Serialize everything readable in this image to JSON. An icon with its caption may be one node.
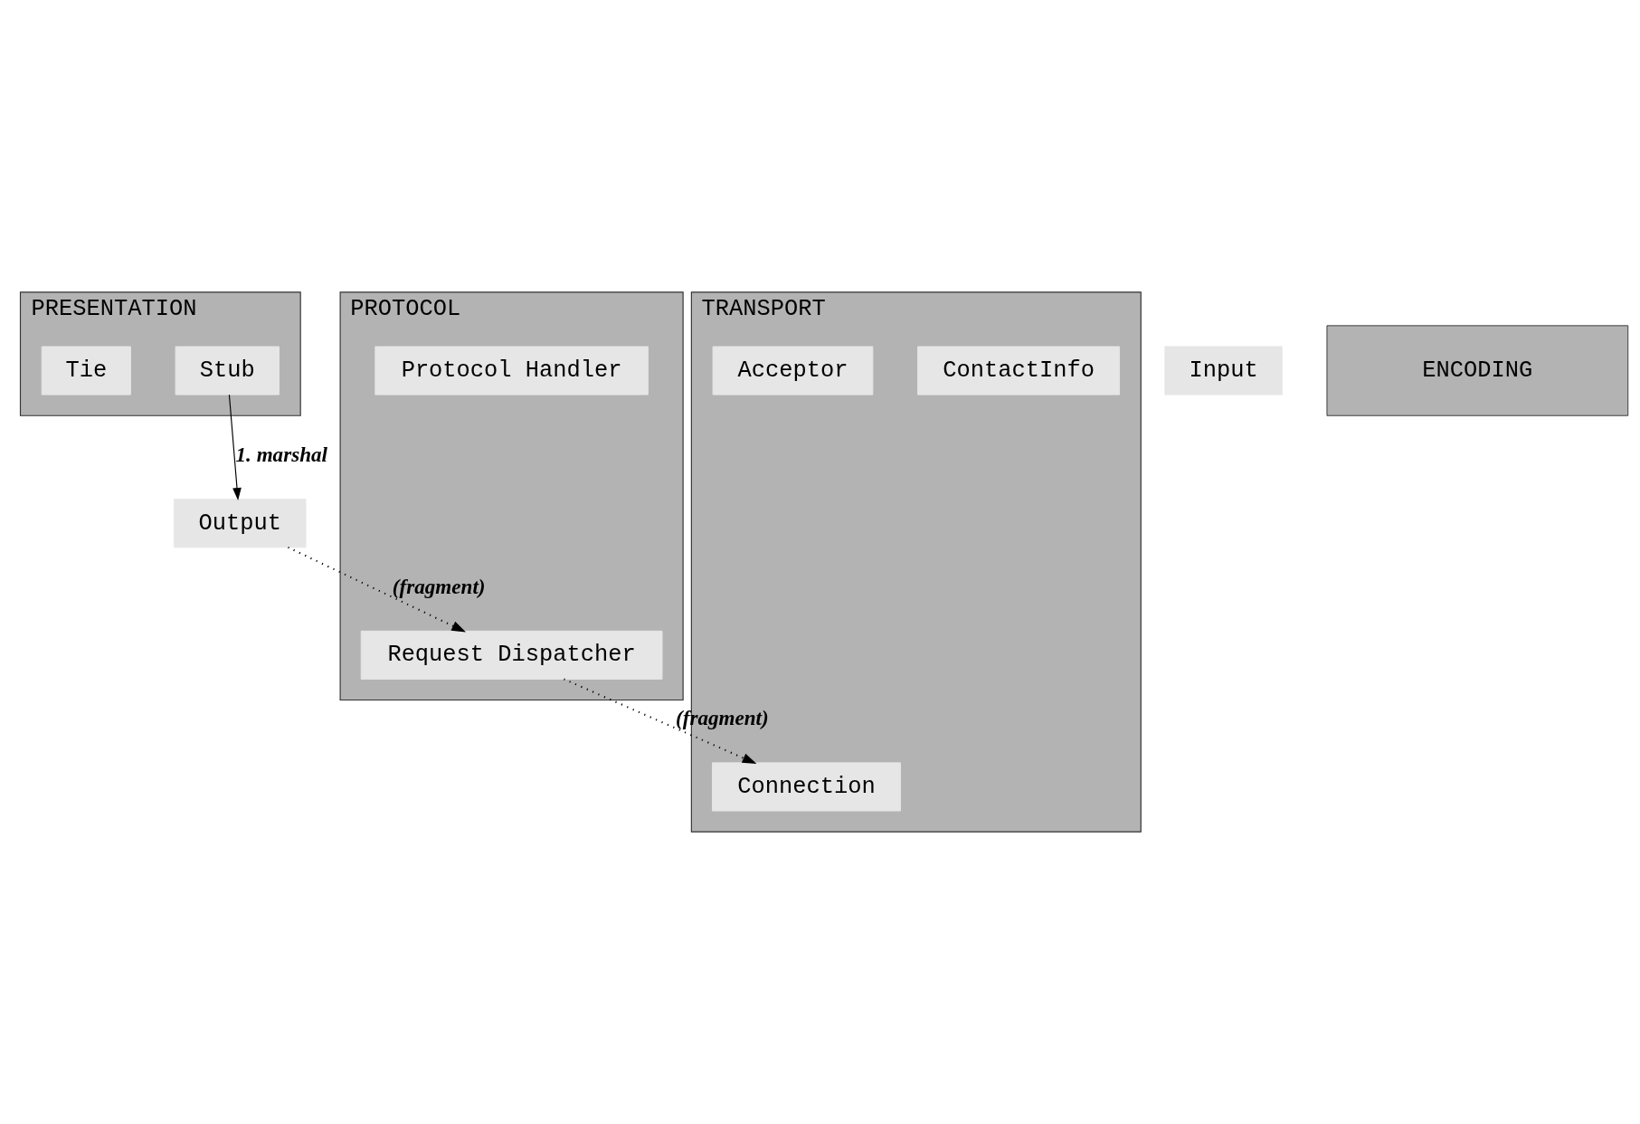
{
  "diagram": {
    "nodes": [
      {
        "text": [
          "PRESENTATION"
        ]
      },
      {
        "text": [
          "Stub"
        ],
        "in": 0
      },
      {
        "text": [
          "Tie"
        ],
        "in": 0
      },
      {
        "text": [
          "Output"
        ]
      },
      {
        "text": [
          "Input"
        ]
      },
      {
        "text": [
          "ENCODING"
        ]
      },
      {
        "text": [
          "PROTOCOL"
        ]
      },
      {
        "text": [
          "Request Dispatcher"
        ],
        "in": 6
      },
      {
        "text": [
          "Protocol Handler"
        ],
        "in": 6
      },
      {
        "text": [
          "TRANSPORT"
        ]
      },
      {
        "text": [
          "Connection"
        ],
        "in": 9
      },
      {
        "text": [
          "ContactInfo"
        ],
        "in": 9
      },
      {
        "text": [
          "Acceptor"
        ],
        "in": 9
      }
    ],
    "edges": [
      {
        "from": 1,
        "to": 3,
        "arrow": "to",
        "label": "1. marshal"
      },
      {
        "from": 3,
        "to": 7,
        "arrow": "to",
        "label": "(fragment)",
        "style": "dashed"
      },
      {
        "from": 7,
        "to": 10,
        "arrow": "to",
        "label": "(fragment)",
        "style": "dashed"
      }
    ]
  }
}
